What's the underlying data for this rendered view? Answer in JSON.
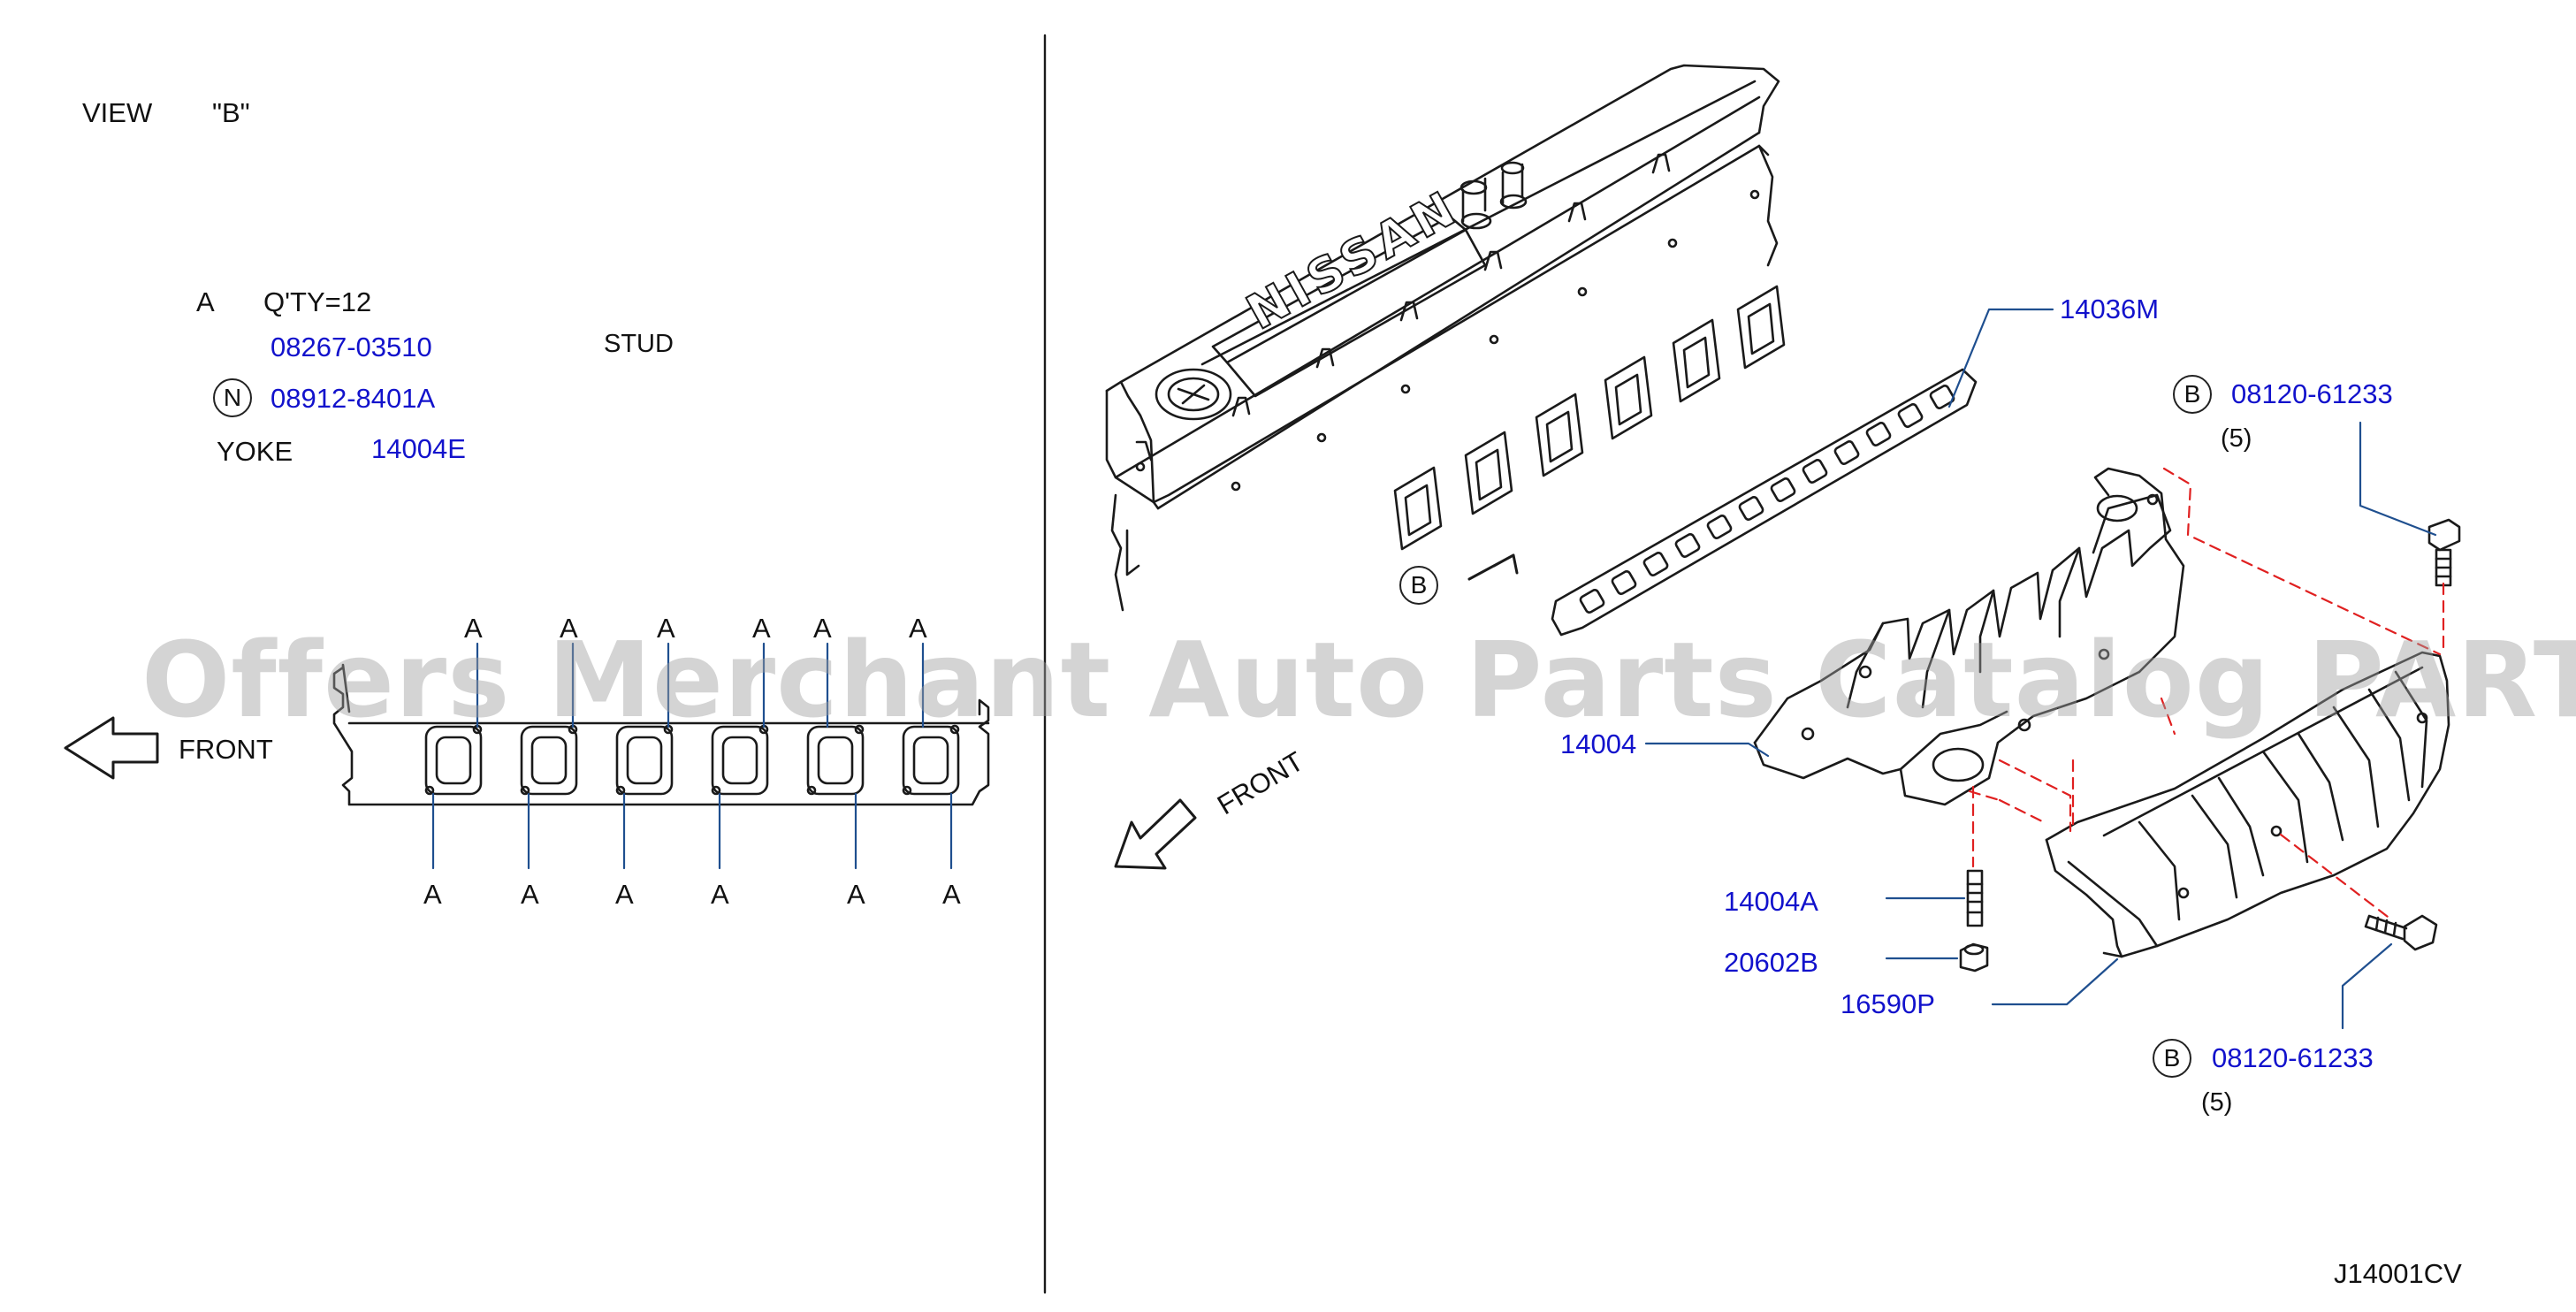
{
  "view_label": "VIEW",
  "view_name": "\"B\"",
  "legend": {
    "letter": "A",
    "qty": "Q'TY=12",
    "stud_part": "08267-03510",
    "stud_word": "STUD",
    "n_symbol": "N",
    "n_part": "08912-8401A",
    "yoke_word": "YOKE",
    "yoke_part": "14004E"
  },
  "front_left": "FRONT",
  "front_right": "FRONT",
  "a_label": "A",
  "b_label": "B",
  "parts": {
    "gasket": "14036M",
    "manifold": "14004",
    "stud": "14004A",
    "nut": "20602B",
    "heat_shield": "16590P",
    "bolt_top": "08120-61233",
    "bolt_top_qty": "(5)",
    "bolt_bottom": "08120-61233",
    "bolt_bottom_qty": "(5)"
  },
  "diagram_code": "J14001CV",
  "cover_brand": "NISSAN",
  "watermark": "Offers Merchant Auto Parts Catalog PARTSTORE.SA",
  "colors": {
    "callout": "#1212cc",
    "line": "#1a1a1a",
    "dash": "#e02020",
    "leader": "#1f4f8f"
  }
}
